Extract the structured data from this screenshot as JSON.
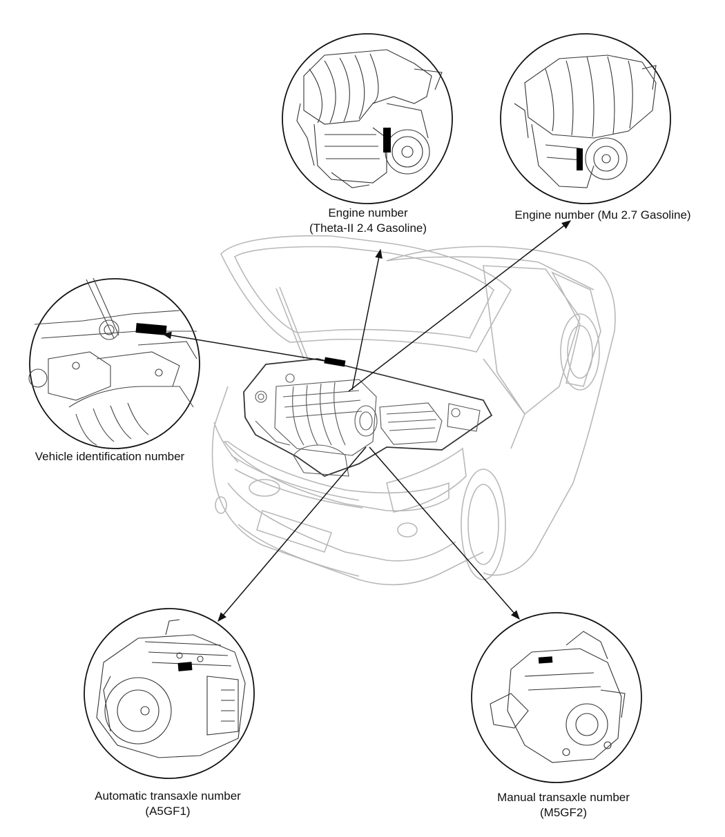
{
  "labels": {
    "engine_theta_line1": "Engine number",
    "engine_theta_line2": "(Theta-II 2.4 Gasoline)",
    "engine_mu": "Engine number (Mu 2.7 Gasoline)",
    "vin": "Vehicle identification number",
    "auto_line1": "Automatic transaxle number",
    "auto_line2": "(A5GF1)",
    "manual_line1": "Manual transaxle number",
    "manual_line2": "(M5GF2)"
  },
  "colors": {
    "line": "#111111",
    "car_outline": "#b8b8b8",
    "detail": "#444444",
    "tag": "#000000"
  }
}
